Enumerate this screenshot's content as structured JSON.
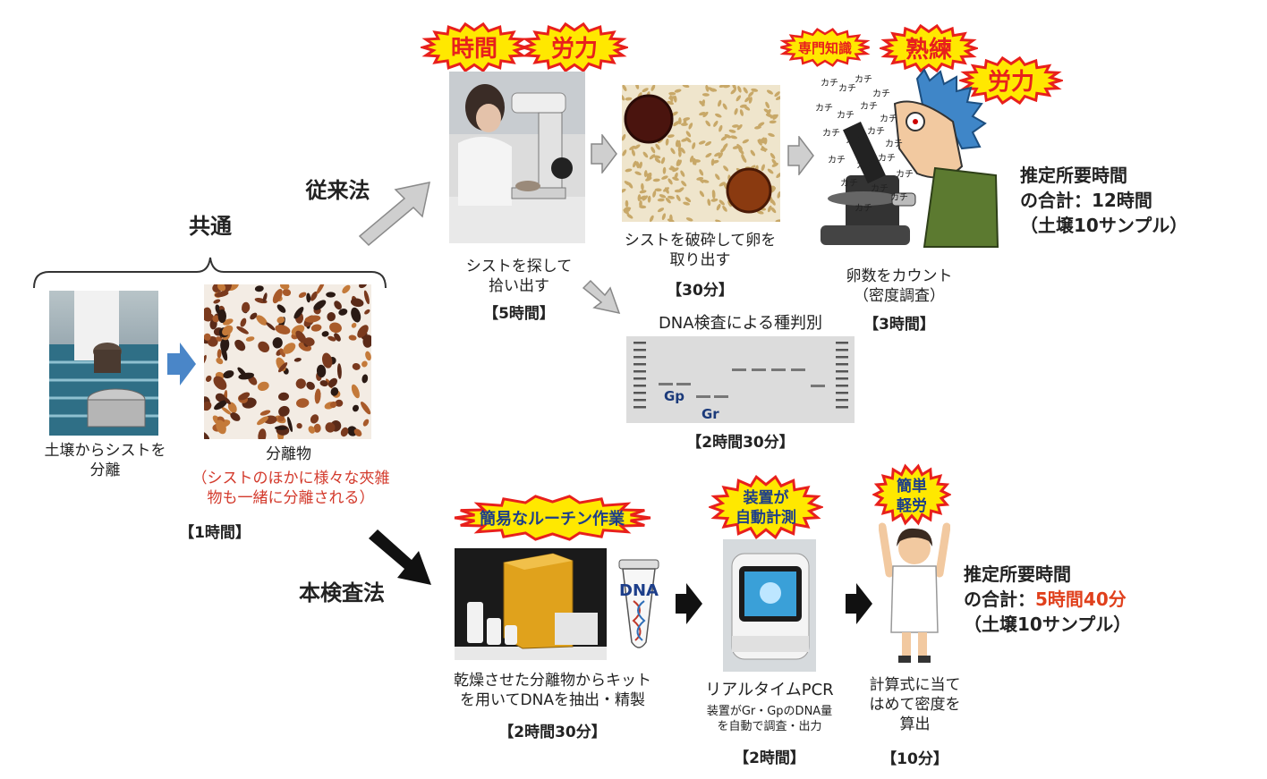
{
  "common": {
    "label": "共通",
    "soil": {
      "caption_line1": "土壌からシストを",
      "caption_line2": "分離"
    },
    "separated": {
      "caption": "分離物",
      "note_line1": "（シストのほかに様々な夾雑",
      "note_line2": "物も一緒に分離される）"
    },
    "time": "【1時間】"
  },
  "conventional": {
    "label": "従来法",
    "burst_time": "時間",
    "burst_labor": "労力",
    "step1": {
      "line1": "シストを探して",
      "line2": "拾い出す",
      "time": "【5時間】"
    },
    "step2": {
      "line1": "シストを破砕して卵を",
      "line2": "取り出す",
      "time": "【30分】"
    },
    "step3": {
      "line1": "卵数をカウント",
      "line2": "（密度調査）",
      "time": "【3時間】",
      "burst_expertise": "専門知識",
      "burst_skill": "熟練",
      "burst_labor": "労力",
      "sfx": "カチ"
    },
    "dna": {
      "title": "DNA検査による種判別",
      "band_gp": "Gp",
      "band_gr": "Gr",
      "time": "【2時間30分】"
    },
    "total": {
      "line1": "推定所要時間",
      "line2": "の合計：12時間",
      "line3": "（土壌10サンプル）"
    }
  },
  "new_method": {
    "label": "本検査法",
    "step1": {
      "burst": "簡易なルーチン作業",
      "tube_label": "DNA",
      "line1": "乾燥させた分離物からキット",
      "line2": "を用いてDNAを抽出・精製",
      "time": "【2時間30分】"
    },
    "step2": {
      "burst_line1": "装置が",
      "burst_line2": "自動計測",
      "line1": "リアルタイムPCR",
      "line2": "装置がGr・GpのDNA量",
      "line3": "を自動で調査・出力",
      "time": "【2時間】"
    },
    "step3": {
      "burst_line1": "簡単",
      "burst_line2": "軽労",
      "line1": "計算式に当て",
      "line2": "はめて密度を",
      "line3": "算出",
      "time": "【10分】"
    },
    "total": {
      "line1": "推定所要時間",
      "line2a": "の合計：",
      "line2b": "5時間40分",
      "line3": "（土壌10サンプル）"
    }
  },
  "colors": {
    "burst_fill": "#ffe800",
    "burst_stroke": "#e8201c",
    "highlight": "#e0401c",
    "arrow_gray": "#cfcfcf",
    "arrow_blue": "#4a86c8"
  }
}
